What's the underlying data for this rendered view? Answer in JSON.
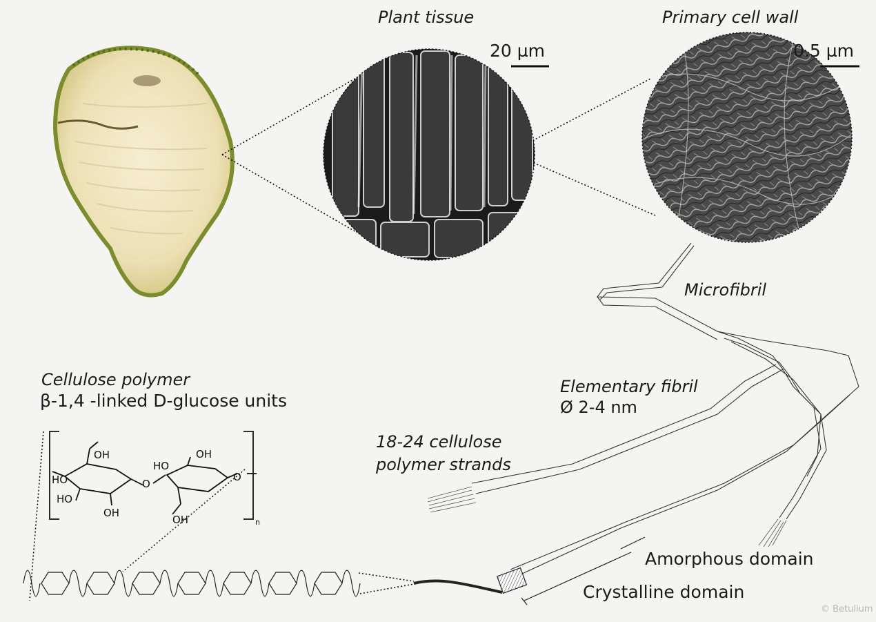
{
  "labels": {
    "plant_tissue": "Plant tissue",
    "primary_cell_wall": "Primary cell wall",
    "scale_tissue": "20 µm",
    "scale_wall": "0.5 µm",
    "microfibril": "Microfibril",
    "cellulose_polymer": "Cellulose polymer",
    "glucose_units": "β-1,4 -linked D-glucose units",
    "elementary_fibril": "Elementary fibril",
    "fibril_diameter": "Ø 2-4 nm",
    "strands_line1": "18-24 cellulose",
    "strands_line2": "polymer strands",
    "amorphous_domain": "Amorphous domain",
    "crystalline_domain": "Crystalline domain",
    "copyright": "© Betulium"
  },
  "chemistry": {
    "oh": "OH",
    "ho": "HO",
    "o": "O",
    "subscript_n": "n"
  },
  "icons": {
    "beet_photo": "sugar-beet-slice",
    "sem_tissue": "sem-plant-tissue-micrograph",
    "sem_wall": "sem-cell-wall-micrograph"
  }
}
